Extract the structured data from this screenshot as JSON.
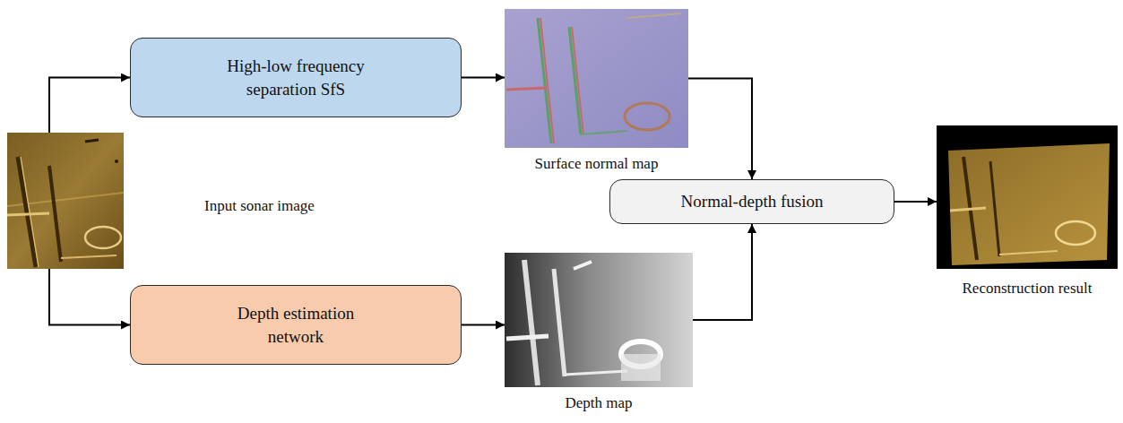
{
  "diagram": {
    "nodes": [
      {
        "text": [
          "Input sonar image"
        ]
      },
      {
        "text": [
          "High-low frequency separation SfS"
        ]
      },
      {
        "text": [
          "Surface normal map"
        ]
      },
      {
        "text": [
          "Normal-depth fusion"
        ]
      },
      {
        "text": [
          "Depth estimation network"
        ]
      },
      {
        "text": [
          "Depth map"
        ]
      },
      {
        "text": [
          "Reconstruction result"
        ]
      }
    ],
    "edges": [
      {
        "from": 0,
        "to": 1,
        "arrow": "to"
      },
      {
        "from": 1,
        "to": 2,
        "arrow": "to"
      },
      {
        "from": 2,
        "to": 3,
        "arrow": "to"
      },
      {
        "from": 3,
        "to": 6,
        "arrow": "to"
      },
      {
        "from": 0,
        "to": 4,
        "arrow": "to"
      },
      {
        "from": 4,
        "to": 5,
        "arrow": "to"
      },
      {
        "from": 5,
        "to": 3,
        "arrow": "to"
      }
    ]
  }
}
